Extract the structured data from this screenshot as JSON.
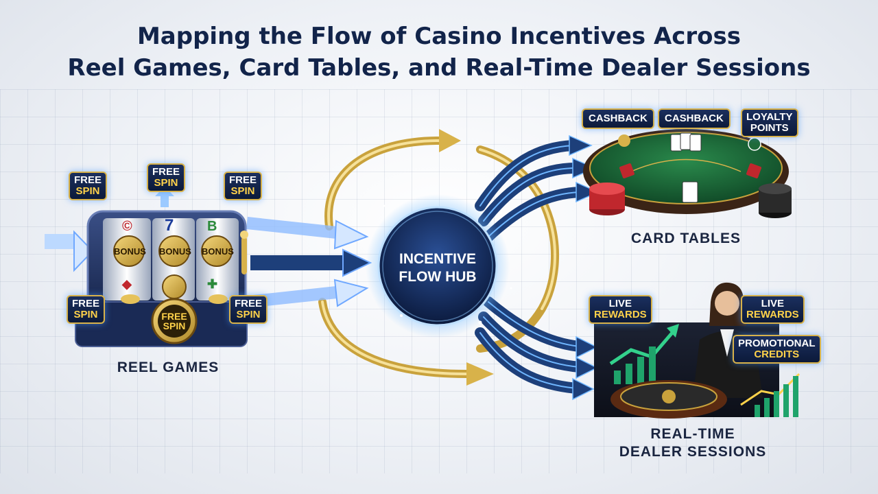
{
  "title": {
    "line1": "Mapping the Flow of Casino Incentives Across",
    "line2": "Reel Games, Card Tables, and Real-Time Dealer Sessions"
  },
  "hub": {
    "line1": "INCENTIVE",
    "line2": "FLOW HUB"
  },
  "sections": {
    "reel_games": "REEL GAMES",
    "card_tables": "CARD TABLES",
    "dealer_line1": "REAL-TIME",
    "dealer_line2": "DEALER SESSIONS"
  },
  "slot": {
    "bonus": "BONUS",
    "coin_free": "FREE",
    "coin_spin": "SPIN"
  },
  "badges": {
    "free_spin": {
      "line1": "FREE",
      "line2": "SPIN"
    },
    "cashback": "CASHBACK",
    "loyalty": {
      "line1": "LOYALTY",
      "line2": "POINTS"
    },
    "live_rewards": {
      "line1": "LIVE",
      "line2": "REWARDS"
    },
    "promo": {
      "line1": "PROMOTIONAL",
      "line2": "CREDITS"
    }
  },
  "colors": {
    "navy": "#12244a",
    "gold": "#d8b24a",
    "blue_arrow": "#1d3f7a",
    "glow": "#6fb6ff",
    "table_felt": "#1f6a3a"
  }
}
